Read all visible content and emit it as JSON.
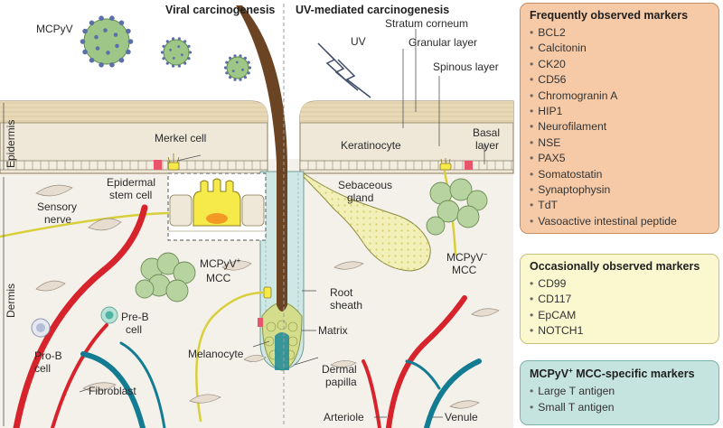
{
  "titles": {
    "viral": "Viral carcinogenesis",
    "uv": "UV-mediated carcinogenesis"
  },
  "side_labels": {
    "epidermis": "Epidermis",
    "dermis": "Dermis"
  },
  "labels": {
    "mcpyv": "MCPyV",
    "uv": "UV",
    "stratum_corneum": "Stratum corneum",
    "granular_layer": "Granular layer",
    "spinous_layer": "Spinous layer",
    "keratinocyte": "Keratinocyte",
    "basal_layer_1": "Basal",
    "basal_layer_2": "layer",
    "merkel_cell": "Merkel cell",
    "epidermal_stem_1": "Epidermal",
    "epidermal_stem_2": "stem cell",
    "sensory_nerve_1": "Sensory",
    "sensory_nerve_2": "nerve",
    "mcpyv_pos_mcc_1": "MCPyV",
    "mcpyv_pos_mcc_sup": "+",
    "mcpyv_pos_mcc_2": "MCC",
    "pre_b_1": "Pre-B",
    "pre_b_2": "cell",
    "pro_b_1": "Pro-B",
    "pro_b_2": "cell",
    "melanocyte": "Melanocyte",
    "fibroblast": "Fibroblast",
    "sebaceous_1": "Sebaceous",
    "sebaceous_2": "gland",
    "mcpyv_neg_mcc_1": "MCPyV",
    "mcpyv_neg_mcc_sup": "−",
    "mcpyv_neg_mcc_2": "MCC",
    "root_sheath_1": "Root",
    "root_sheath_2": "sheath",
    "matrix": "Matrix",
    "dermal_papilla_1": "Dermal",
    "dermal_papilla_2": "papilla",
    "arteriole": "Arteriole",
    "venule": "Venule"
  },
  "marker_boxes": {
    "frequent": {
      "title": "Frequently observed markers",
      "items": [
        "BCL2",
        "Calcitonin",
        "CK20",
        "CD56",
        "Chromogranin A",
        "HIP1",
        "Neurofilament",
        "NSE",
        "PAX5",
        "Somatostatin",
        "Synaptophysin",
        "TdT",
        "Vasoactive intestinal peptide"
      ]
    },
    "occasional": {
      "title": "Occasionally observed markers",
      "items": [
        "CD99",
        "CD117",
        "EpCAM",
        "NOTCH1"
      ]
    },
    "specific": {
      "title_main": "MCPyV",
      "title_sup": "+",
      "title_rest": " MCC-specific markers",
      "items": [
        "Large T antigen",
        "Small T antigen"
      ]
    }
  },
  "colors": {
    "stratum": "#e7d8b6",
    "epidermis": "#efe8d8",
    "basal": "#f3eddf",
    "dermis": "#f4f1ea",
    "hair": "#6b4423",
    "root_sheath": "#cfe7e5",
    "matrix": "#d3dd8c",
    "virus": "#9ec787",
    "virus_spike": "#5b6fa8",
    "tumour": "#b7d39f",
    "nerve": "#d8cf3a",
    "arteriole": "#d7232b",
    "venule": "#137c92",
    "merkel": "#f6ea4b",
    "stem_cell": "#e9546a",
    "sebaceous": "#f2f0b8",
    "fibroblast": "#e6dcd0"
  }
}
